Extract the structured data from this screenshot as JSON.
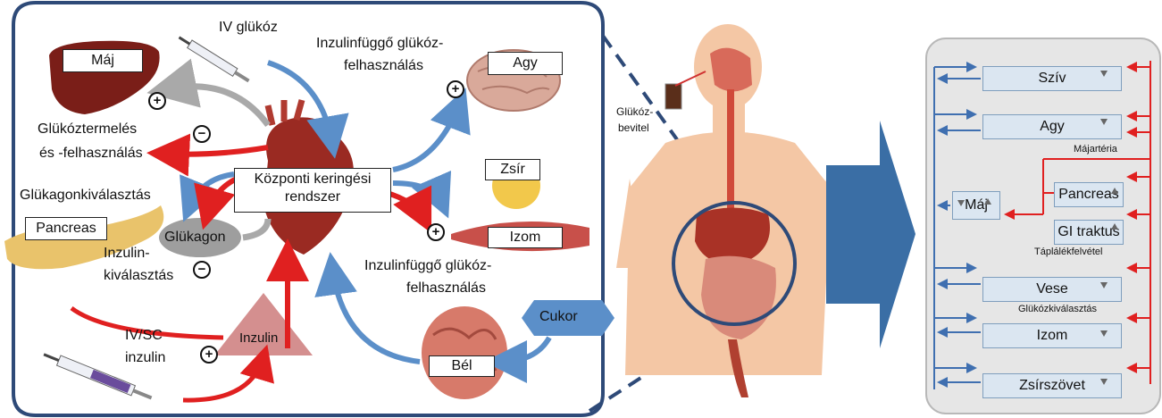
{
  "left_panel": {
    "iv_glucose": "IV glükóz",
    "liver": "Máj",
    "glucose_production": [
      "Glükóztermelés",
      "és -felhasználás"
    ],
    "glucagon_secretion": "Glükagonkiválasztás",
    "pancreas": "Pancreas",
    "glucagon": "Glükagon",
    "insulin_secretion": [
      "Inzulin-",
      "kiválasztás"
    ],
    "central_circulation": [
      "Központi keringési",
      "rendszer"
    ],
    "brain": "Agy",
    "insulin_dependent_top": [
      "Inzulinfüggő glükóz-",
      "felhasználás"
    ],
    "fat": "Zsír",
    "muscle": "Izom",
    "insulin_dependent_bottom": [
      "Inzulinfüggő glükóz-",
      "felhasználás"
    ],
    "sugar": "Cukor",
    "gut": "Bél",
    "ivsc_insulin": [
      "IV/SC",
      "inzulin"
    ],
    "insulin": "Inzulin",
    "signs": {
      "liver": "+",
      "glucose_prod": "−",
      "brain": "+",
      "muscle": "+",
      "glucagon": "−",
      "insulin": "+"
    }
  },
  "middle": {
    "glucose_intake": [
      "Glükóz-",
      "bevitel"
    ]
  },
  "right_panel": {
    "organs": [
      "Szív",
      "Agy",
      "Máj",
      "Pancreas",
      "GI traktus",
      "Vese",
      "Izom",
      "Zsírszövet"
    ],
    "hepatic_artery": "Májartéria",
    "nutrient_uptake": "Táplálékfelvétel",
    "glucose_excretion": "Glükózkiválasztás"
  },
  "colors": {
    "blue_arrow": "#5b8fc9",
    "red_arrow": "#e02020",
    "grey_arrow": "#a9a9a9",
    "panel_border": "#2e4a78",
    "big_arrow": "#3a6ea5",
    "insulin_triangle": "#d48f8f"
  }
}
